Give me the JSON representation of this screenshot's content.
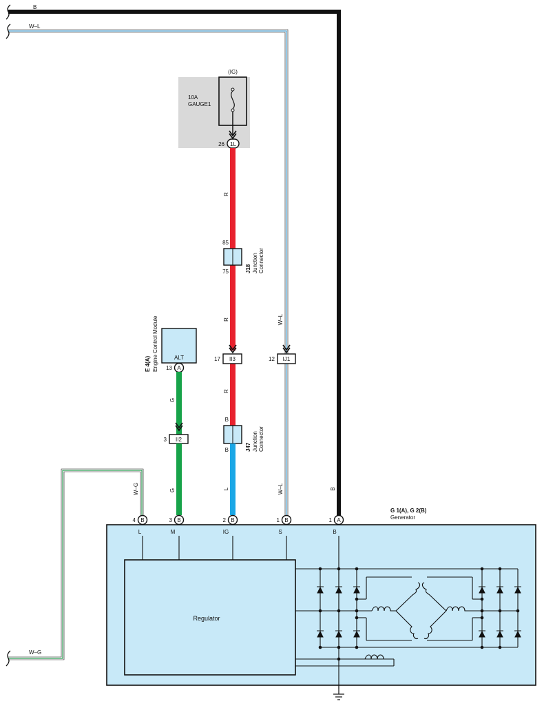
{
  "colors": {
    "wire_black": "#111111",
    "wire_red": "#e8222e",
    "wire_green": "#17a34a",
    "wire_blue": "#1aa7e6",
    "wire_stripe_blue": "#4fa5d6",
    "wire_stripe_green": "#2e9e55",
    "component_fill": "#c8e9f8",
    "fuse_box_fill": "#d9d9d9"
  },
  "wires": {
    "top_black": {
      "code": "B"
    },
    "top_wl": {
      "code": "W–L"
    },
    "bottom_wg": {
      "code": "W–G"
    },
    "red_upper": {
      "code": "R"
    },
    "red_mid": {
      "code": "R"
    },
    "red_lower": {
      "code": "R"
    },
    "blue_lower": {
      "code": "L"
    },
    "wl_vertical_1": {
      "code": "W–L"
    },
    "wl_vertical_2": {
      "code": "W–L"
    },
    "black_vertical": {
      "code": "B"
    },
    "green_upper": {
      "code": "G"
    },
    "green_lower": {
      "code": "G"
    },
    "wg_vertical": {
      "code": "W–G"
    }
  },
  "fuse": {
    "source": "(IG)",
    "rating": "10A",
    "name": "GAUGE1",
    "pin": "26",
    "connector": "1L"
  },
  "j18": {
    "id": "J18",
    "name": "Junction",
    "name2": "Connector",
    "pin_top": "85",
    "pin_bottom": "75"
  },
  "j47": {
    "id": "J47",
    "name": "Junction",
    "name2": "Connector",
    "pin_top": "B",
    "pin_bottom": "B"
  },
  "inline_connectors": {
    "ii3": {
      "pin": "17",
      "label": "II3"
    },
    "ij1": {
      "pin": "12",
      "label": "IJ1"
    },
    "ii2": {
      "pin": "3",
      "label": "II2"
    }
  },
  "ecm": {
    "id": "E 4(A)",
    "name": "Engine Control Module",
    "terminal": "ALT",
    "pin": "13",
    "connector": "A"
  },
  "generator": {
    "id": "G 1(A), G 2(B)",
    "name": "Generator",
    "terminals": [
      {
        "pin": "4",
        "connector": "B",
        "label": "L"
      },
      {
        "pin": "3",
        "connector": "B",
        "label": "M"
      },
      {
        "pin": "2",
        "connector": "B",
        "label": "IG"
      },
      {
        "pin": "1",
        "connector": "B",
        "label": "S"
      },
      {
        "pin": "1",
        "connector": "A",
        "label": "B"
      }
    ],
    "regulator_label": "Regulator"
  }
}
